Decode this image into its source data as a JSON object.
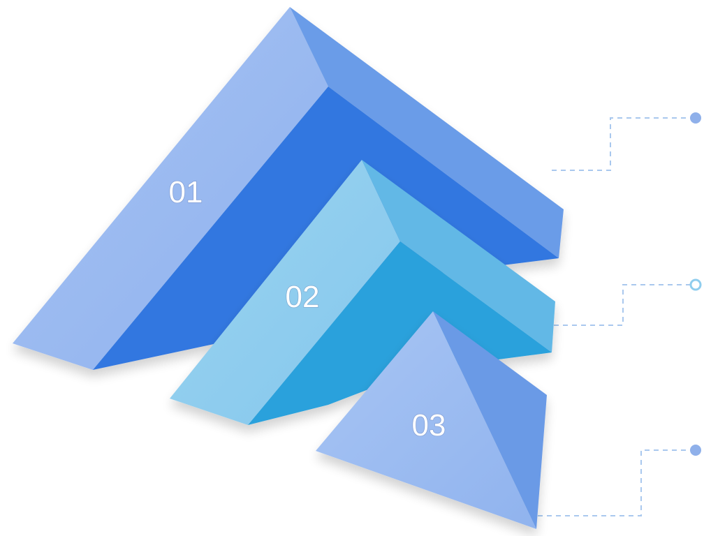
{
  "diagram": {
    "layers": [
      {
        "id": "01",
        "label": "01",
        "colors": {
          "left": "#98b9f0",
          "front": "#3377e0",
          "right": "#6b9ce8"
        }
      },
      {
        "id": "02",
        "label": "02",
        "colors": {
          "left": "#8fcdee",
          "front": "#2aa1dc",
          "right": "#62b8e6"
        }
      },
      {
        "id": "03",
        "label": "03",
        "colors": {
          "left": "#9dbcf0",
          "right": "#6a9ae6"
        }
      }
    ],
    "connector": {
      "line_color": "#a9c8ee",
      "dot_colors": [
        "#8fb0ea",
        "#8fcdee",
        "#8fb0ea"
      ]
    }
  }
}
